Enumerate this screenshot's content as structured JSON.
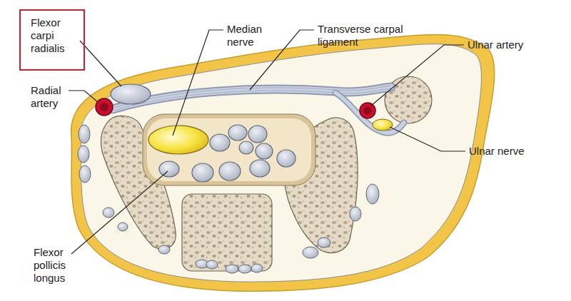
{
  "diagram": {
    "nodes": [
      {
        "text": [
          "Flexor carpi radialis"
        ]
      }
    ],
    "labels": [
      "Median nerve",
      "Transverse carpal ligament",
      "Ulnar artery",
      "Radial artery",
      "Ulnar nerve",
      "Flexor pollicis longus"
    ]
  }
}
